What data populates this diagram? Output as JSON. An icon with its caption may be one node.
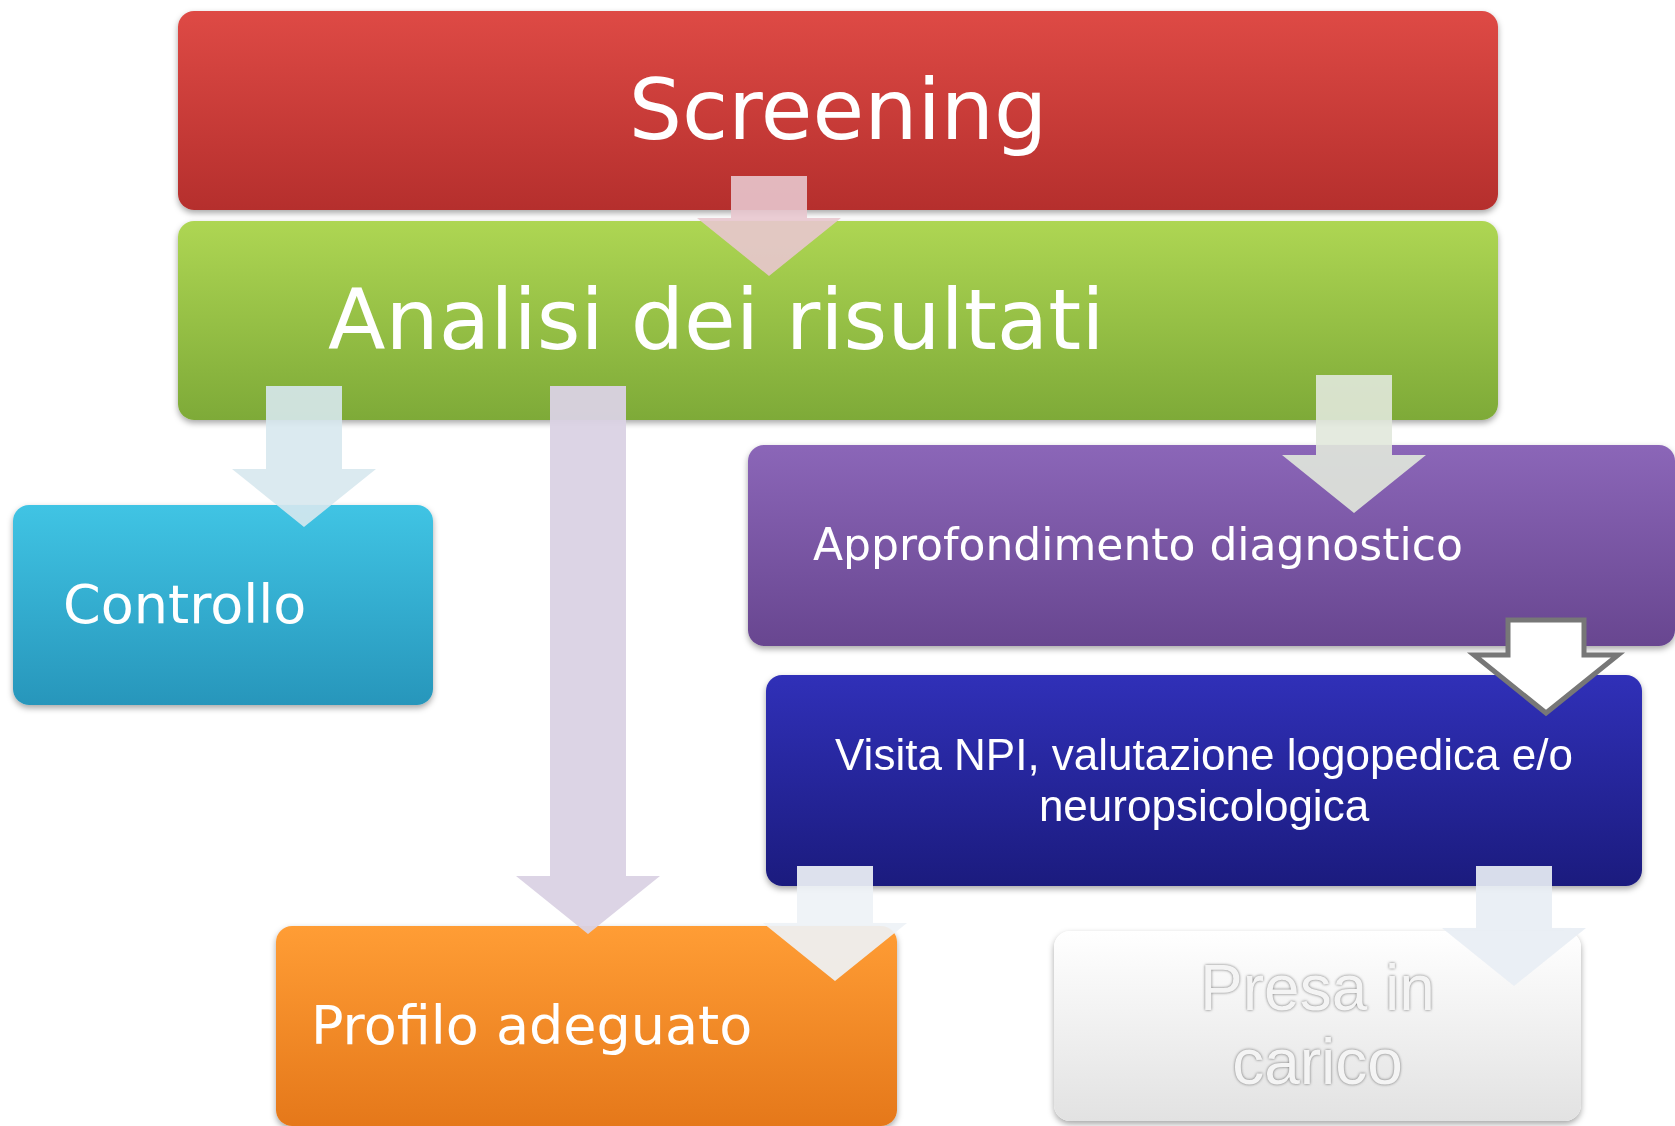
{
  "diagram": {
    "nodes": [
      {
        "text": [
          "Screening"
        ]
      },
      {
        "text": [
          "Analisi dei risultati"
        ]
      },
      {
        "text": [
          "Controllo"
        ]
      },
      {
        "text": [
          "Approfondimento diagnostico"
        ]
      },
      {
        "text": [
          "Visita NPI, valutazione logopedica e/o neuropsicologica"
        ]
      },
      {
        "text": [
          "Profilo adeguato"
        ]
      },
      {
        "text": [
          "Presa in carico"
        ]
      }
    ],
    "edges": [
      {
        "from": 0,
        "to": 1,
        "arrow": "to"
      },
      {
        "from": 1,
        "to": 2,
        "arrow": "to"
      },
      {
        "from": 1,
        "to": 5,
        "arrow": "to"
      },
      {
        "from": 1,
        "to": 3,
        "arrow": "to"
      },
      {
        "from": 3,
        "to": 4,
        "arrow": "to"
      },
      {
        "from": 4,
        "to": 5,
        "arrow": "to"
      },
      {
        "from": 4,
        "to": 6,
        "arrow": "to"
      }
    ]
  }
}
